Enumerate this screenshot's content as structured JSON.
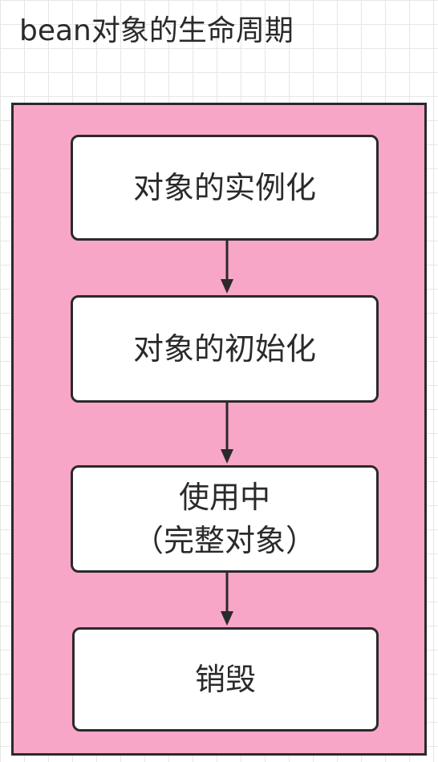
{
  "diagram": {
    "title": "bean对象的生命周期",
    "steps": [
      {
        "lines": [
          "对象的实例化"
        ]
      },
      {
        "lines": [
          "对象的初始化"
        ]
      },
      {
        "lines": [
          "使用中",
          "（完整对象）"
        ]
      },
      {
        "lines": [
          "销毁"
        ]
      }
    ]
  },
  "colors": {
    "container_fill": "#f7a6c8",
    "stroke": "#2a2a2a",
    "box_fill": "#ffffff"
  }
}
